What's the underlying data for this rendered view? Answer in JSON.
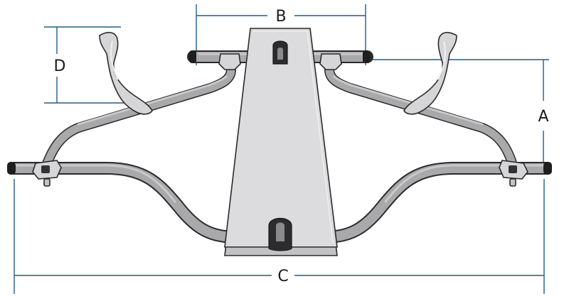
{
  "dimensions": {
    "a": "A",
    "b": "B",
    "c": "C",
    "d": "D"
  },
  "colors": {
    "dimension_line": "#1f5d8a",
    "tube": "#a9a9ab",
    "plate": "#dcdcde",
    "bracket": "#d6d6d8",
    "outline": "#2a2a2a"
  }
}
